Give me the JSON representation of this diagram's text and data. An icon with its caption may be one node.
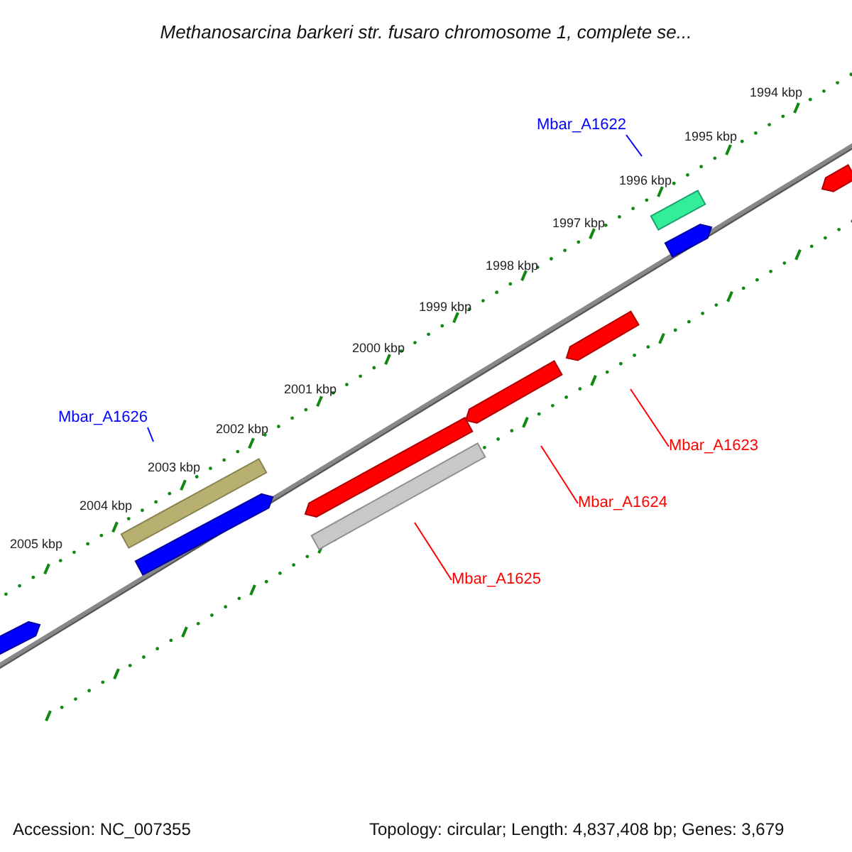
{
  "diagram": {
    "title": "Methanosarcina barkeri str. fusaro chromosome 1, complete se...",
    "nodes": [
      {
        "text": [
          "Mbar_A1622"
        ]
      },
      {
        "text": [
          "Mbar_A1623"
        ]
      },
      {
        "text": [
          "Mbar_A1624"
        ]
      },
      {
        "text": [
          "Mbar_A1625"
        ]
      },
      {
        "text": [
          "Mbar_A1626"
        ]
      }
    ],
    "edges": [
      {
        "from": 0,
        "to": null,
        "arrow": "none",
        "color": "#0000ff"
      },
      {
        "from": 1,
        "to": null,
        "arrow": "none"
      },
      {
        "from": 2,
        "to": null,
        "arrow": "none"
      },
      {
        "from": 3,
        "to": null,
        "arrow": "none"
      },
      {
        "from": 4,
        "to": null,
        "arrow": "none",
        "color": "#0000ff"
      }
    ],
    "labels": [
      "1994 kbp",
      "1995 kbp",
      "1996 kbp",
      "1997 kbp",
      "1998 kbp",
      "1999 kbp",
      "2000 kbp",
      "2001 kbp",
      "2002 kbp",
      "2003 kbp",
      "2004 kbp",
      "2005 kbp",
      "Accession: NC_007355",
      "Topology: circular; Length: 4,837,408 bp; Genes: 3,679"
    ]
  }
}
